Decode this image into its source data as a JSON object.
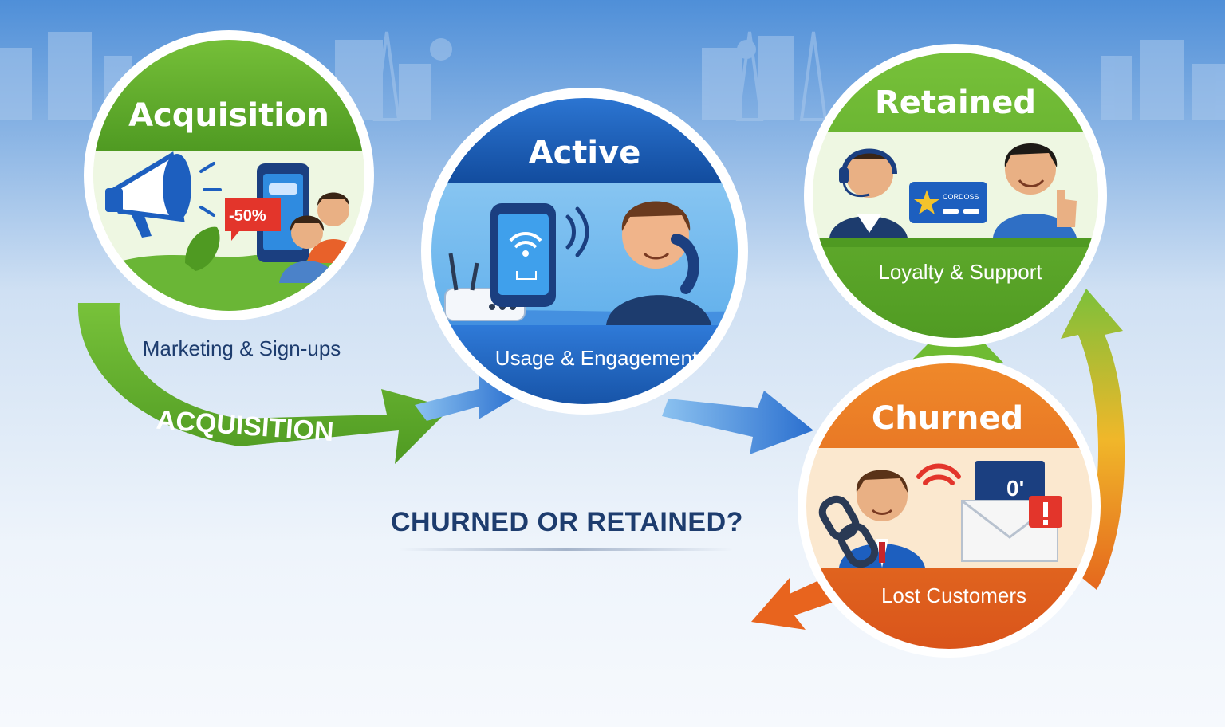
{
  "stages": {
    "acquisition": {
      "title": "Acquisition",
      "caption": "Marketing & Sign-ups",
      "badge": "-50%",
      "color": "#5aa52a"
    },
    "active": {
      "title": "Active",
      "caption": "Usage & Engagement",
      "color": "#1d5fbf"
    },
    "retained": {
      "title": "Retained",
      "caption": "Loyalty & Support",
      "card_text": "CORDOSS",
      "color": "#5aa52a"
    },
    "churned": {
      "title": "Churned",
      "caption": "Lost Customers",
      "bill_text": "0'",
      "color": "#e8641e"
    }
  },
  "arrows": {
    "acquisition_label": "ACQUISITION"
  },
  "question": "CHURNED OR RETAINED?"
}
